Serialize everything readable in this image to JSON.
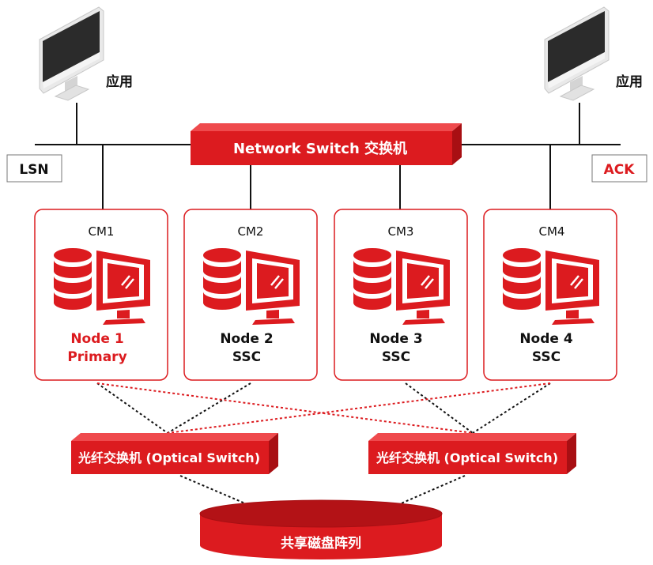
{
  "colors": {
    "red": "#dc1b1f",
    "red_dark": "#a80f13",
    "red_side": "#b31216",
    "black": "#111111",
    "monitor_screen": "#2b2b2b",
    "monitor_body": "#e6e6e6"
  },
  "apps": [
    {
      "label": "应用",
      "icon": "desktop-monitor-icon"
    },
    {
      "label": "应用",
      "icon": "desktop-monitor-icon"
    }
  ],
  "network_switch": {
    "label": "Network Switch 交换机"
  },
  "side_labels": {
    "left": "LSN",
    "right": "ACK"
  },
  "nodes": [
    {
      "cm": "CM1",
      "name": "Node 1",
      "role": "Primary",
      "highlight": true,
      "icon": "database-monitor-icon"
    },
    {
      "cm": "CM2",
      "name": "Node 2",
      "role": "SSC",
      "highlight": false,
      "icon": "database-monitor-icon"
    },
    {
      "cm": "CM3",
      "name": "Node 3",
      "role": "SSC",
      "highlight": false,
      "icon": "database-monitor-icon"
    },
    {
      "cm": "CM4",
      "name": "Node 4",
      "role": "SSC",
      "highlight": false,
      "icon": "database-monitor-icon"
    }
  ],
  "optical_switches": [
    {
      "label": "光纤交换机 (Optical Switch)"
    },
    {
      "label": "光纤交换机 (Optical Switch)"
    }
  ],
  "storage": {
    "label": "共享磁盘阵列"
  }
}
